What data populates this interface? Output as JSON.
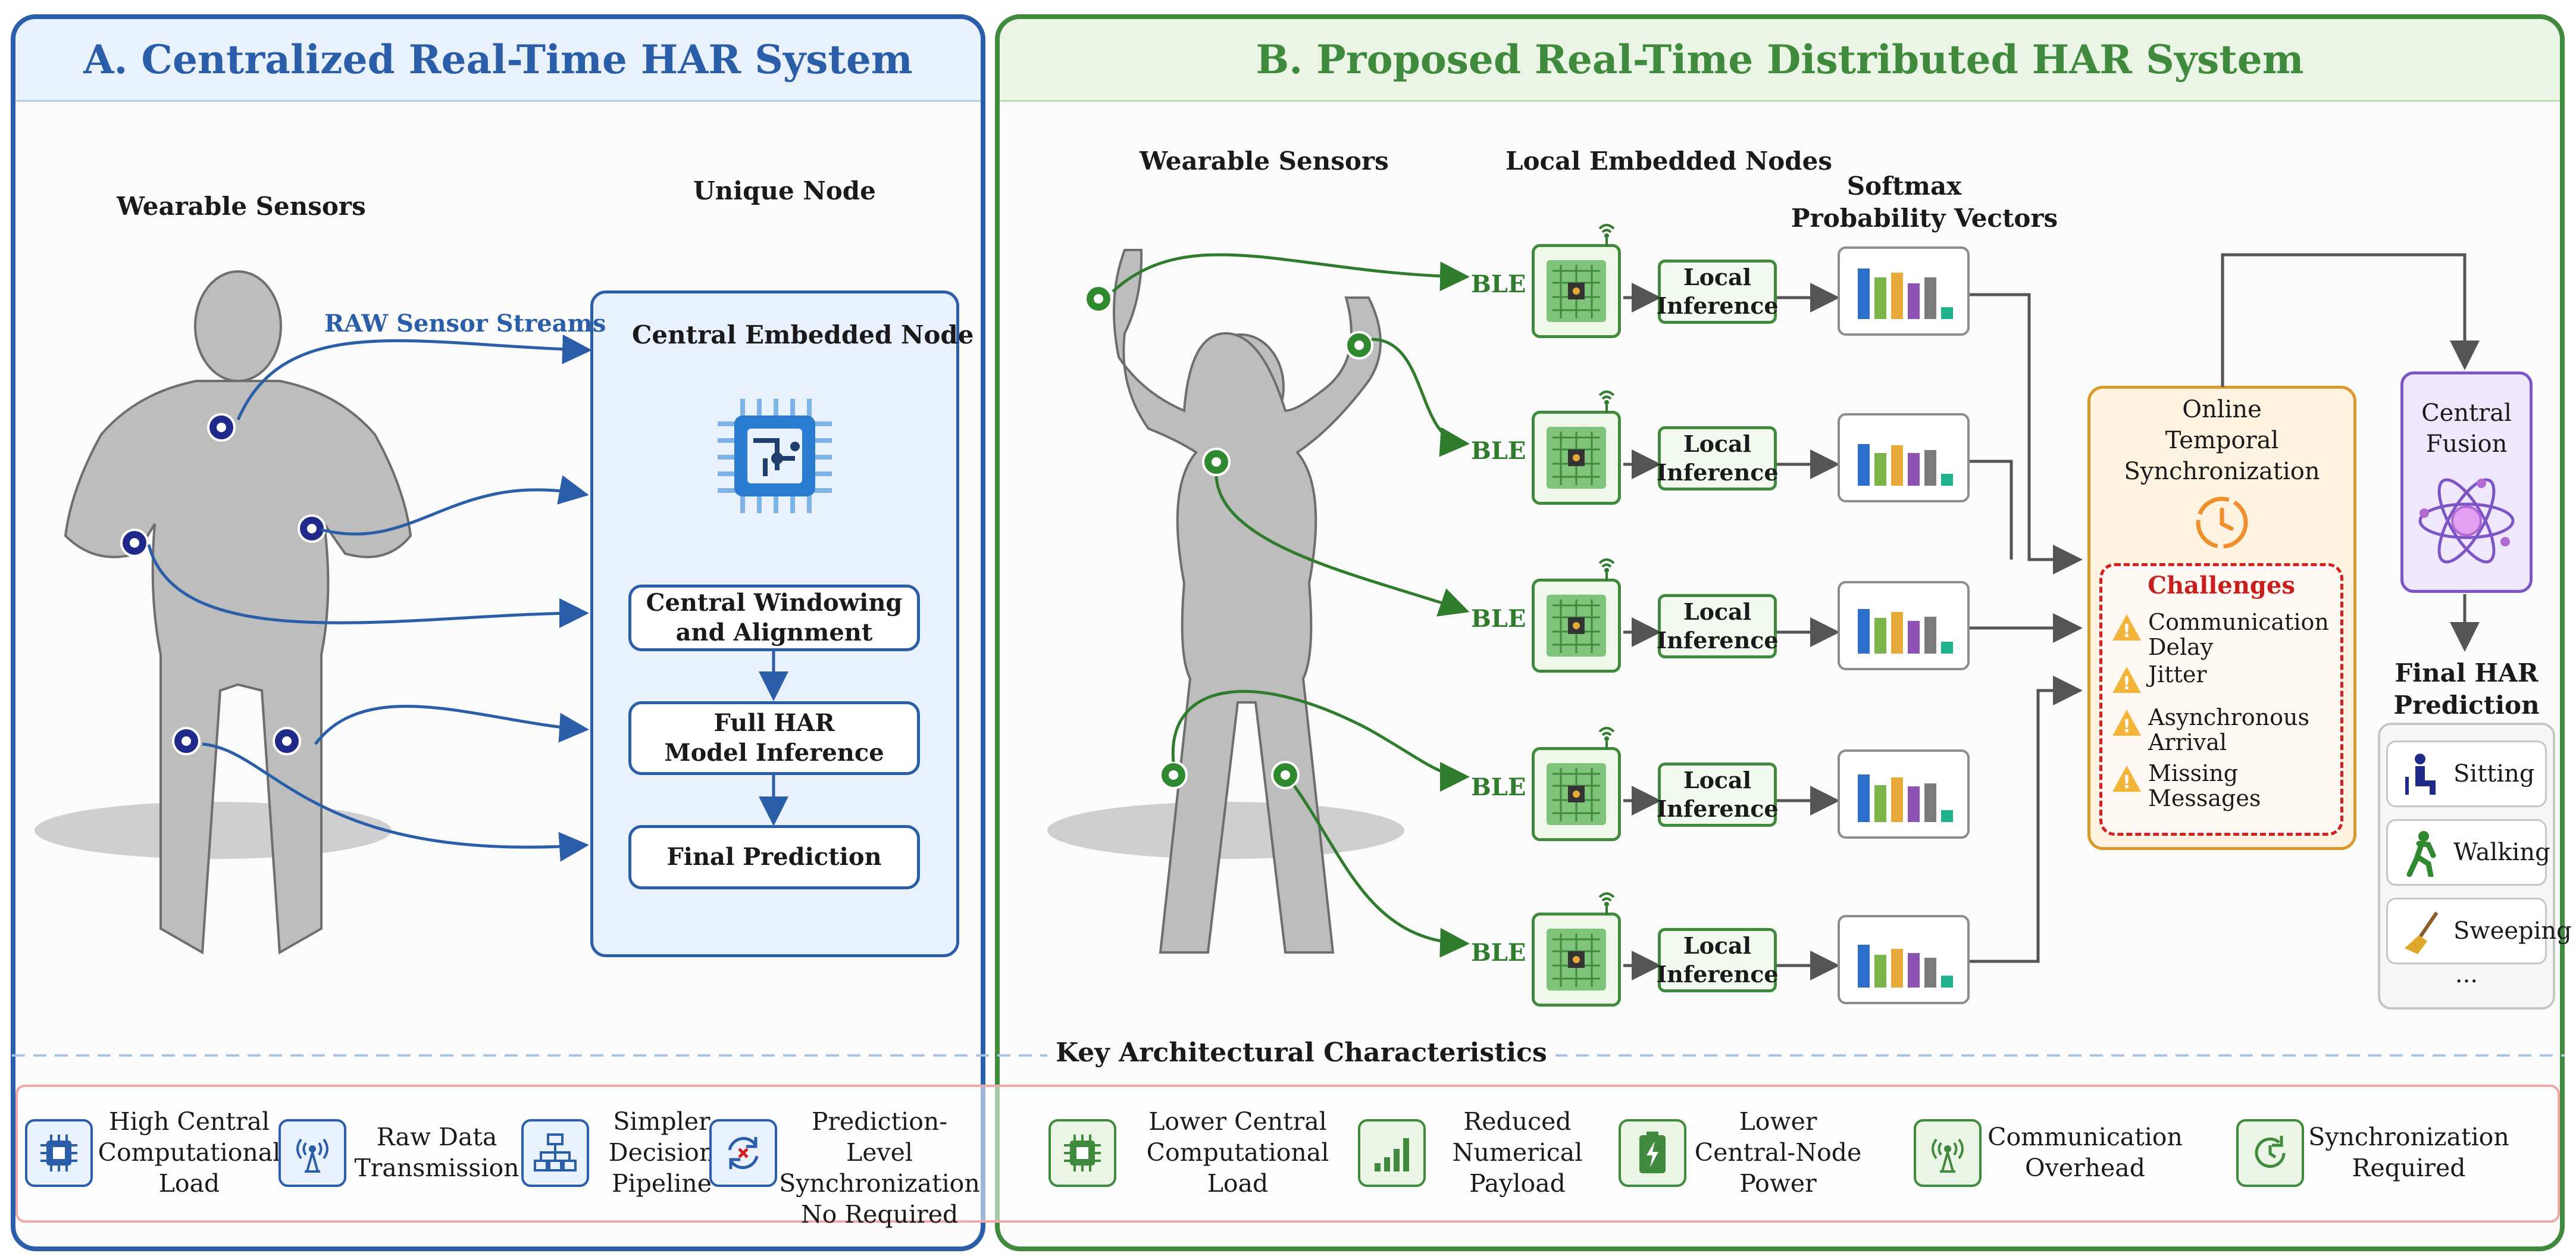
{
  "panel_a": {
    "title": "A. Centralized Real-Time HAR System",
    "wearable_label": "Wearable Sensors",
    "unique_node_label": "Unique Node",
    "raw_streams_label": "RAW Sensor Streams",
    "central_node_title": "Central Embedded Node",
    "steps": [
      {
        "line1": "Central Windowing",
        "line2": "and Alignment"
      },
      {
        "line1": "Full HAR",
        "line2": "Model Inference"
      },
      {
        "line1": "Final Prediction",
        "line2": ""
      }
    ],
    "sensor_color": "#1f2a8a",
    "accent": "#2a5ea8"
  },
  "panel_b": {
    "title": "B. Proposed Real-Time Distributed HAR System",
    "wearable_label": "Wearable Sensors",
    "local_nodes_label": "Local Embedded Nodes",
    "softmax_label_1": "Softmax",
    "softmax_label_2": "Probability Vectors",
    "ble_label": "BLE",
    "inference_line1": "Local",
    "inference_line2": "Inference",
    "sync_title_1": "Online",
    "sync_title_2": "Temporal",
    "sync_title_3": "Synchronization",
    "challenges_title": "Challenges",
    "challenges": [
      {
        "line1": "Communication",
        "line2": "Delay"
      },
      {
        "line1": "Jitter",
        "line2": ""
      },
      {
        "line1": "Asynchronous",
        "line2": "Arrival"
      },
      {
        "line1": "Missing",
        "line2": "Messages"
      }
    ],
    "fusion_line1": "Central",
    "fusion_line2": "Fusion",
    "final_line1": "Final HAR",
    "final_line2": "Prediction",
    "predictions": [
      "Sitting",
      "Walking",
      "Sweeping"
    ],
    "more": "...",
    "accent": "#3f8a3c",
    "challenge_color": "#c81e1e"
  },
  "key": {
    "title": "Key Architectural Characteristics",
    "centralized": [
      {
        "icon": "cpu-icon",
        "lines": [
          "High Central",
          "Computational",
          "Load"
        ]
      },
      {
        "icon": "antenna-icon",
        "lines": [
          "Raw Data",
          "Transmission"
        ]
      },
      {
        "icon": "hierarchy-icon",
        "lines": [
          "Simpler",
          "Decision",
          "Pipeline"
        ]
      },
      {
        "icon": "sync-disabled-icon",
        "lines": [
          "Prediction-Level",
          "Synchronization",
          "No Required"
        ]
      }
    ],
    "distributed": [
      {
        "icon": "cpu-icon",
        "lines": [
          "Lower Central",
          "Computational",
          "Load"
        ]
      },
      {
        "icon": "signal-bars-icon",
        "lines": [
          "Reduced",
          "Numerical",
          "Payload"
        ]
      },
      {
        "icon": "battery-icon",
        "lines": [
          "Lower",
          "Central-Node",
          "Power"
        ]
      },
      {
        "icon": "antenna-icon",
        "lines": [
          "Communication",
          "Overhead"
        ]
      },
      {
        "icon": "sync-icon",
        "lines": [
          "Synchronization",
          "Required"
        ]
      }
    ]
  }
}
